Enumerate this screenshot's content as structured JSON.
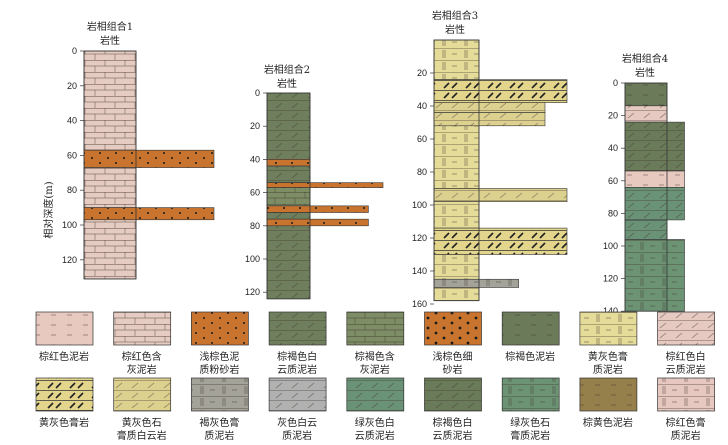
{
  "axis_label": "相对深度(m)",
  "colors": {
    "pink_mud": "#e8c9c0",
    "pink_lime": "#e6cbc2",
    "orange_silt": "#c8742f",
    "olive_dolo": "#6f7f5e",
    "olive_lime": "#7d8d66",
    "orange_sand": "#c8742f",
    "olive_mud": "#6b7b5a",
    "yellow_gyp": "#e6dc9a",
    "pink_dolo": "#e6c9c0",
    "yellow_gypsum": "#e4d58c",
    "yellow_gyp_dolo": "#ddd190",
    "brown_gray_gyp": "#a3a39a",
    "gray_dolo": "#b1b1b1",
    "green_gray_dolo": "#6a9276",
    "olive_dolo_mud": "#6a7b5a",
    "green_gray_gyp": "#6c9474",
    "brown_yellow_mud": "#957f4a",
    "pink_gyp": "#e6c8c0"
  },
  "columns": [
    {
      "title": "岩相组合1",
      "subtitle": "岩性",
      "ticks": [
        "0",
        "20",
        "40",
        "60",
        "80",
        "100",
        "120"
      ],
      "max": 131,
      "layers": [
        {
          "from": 0,
          "to": 57,
          "key": "pink_lime"
        },
        {
          "from": 57,
          "to": 67,
          "key": "orange_silt",
          "tongue": 1
        },
        {
          "from": 67,
          "to": 90,
          "key": "pink_lime"
        },
        {
          "from": 90,
          "to": 97,
          "key": "orange_silt",
          "tongue": 1
        },
        {
          "from": 97,
          "to": 131,
          "key": "pink_lime"
        }
      ]
    },
    {
      "title": "岩相组合2",
      "subtitle": "岩性",
      "ticks": [
        "0",
        "20",
        "40",
        "60",
        "80",
        "100",
        "120"
      ],
      "max": 124,
      "layers": [
        {
          "from": 0,
          "to": 40,
          "key": "olive_dolo"
        },
        {
          "from": 40,
          "to": 44,
          "key": "orange_silt"
        },
        {
          "from": 44,
          "to": 54,
          "key": "olive_dolo"
        },
        {
          "from": 54,
          "to": 57,
          "key": "orange_silt",
          "tongue": 1
        },
        {
          "from": 57,
          "to": 68,
          "key": "olive_lime"
        },
        {
          "from": 68,
          "to": 72,
          "key": "orange_silt",
          "tongue": 0.8
        },
        {
          "from": 72,
          "to": 76,
          "key": "olive_dolo"
        },
        {
          "from": 76,
          "to": 80,
          "key": "orange_silt",
          "tongue": 0.8
        },
        {
          "from": 80,
          "to": 124,
          "key": "olive_dolo"
        }
      ]
    },
    {
      "title": "岩相组合3",
      "subtitle": "岩性",
      "ticks": [
        "20",
        "40",
        "60",
        "80",
        "100",
        "120",
        "140",
        "160"
      ],
      "max": 158,
      "layers": [
        {
          "from": 0,
          "to": 24,
          "key": "yellow_gyp"
        },
        {
          "from": 24,
          "to": 38,
          "key": "yellow_gypsum",
          "tongue": 1
        },
        {
          "from": 38,
          "to": 44,
          "key": "yellow_gyp_dolo",
          "tongue": 0.75
        },
        {
          "from": 44,
          "to": 52,
          "key": "yellow_gyp_dolo",
          "tongue": 0.75
        },
        {
          "from": 52,
          "to": 90,
          "key": "yellow_gyp"
        },
        {
          "from": 90,
          "to": 98,
          "key": "yellow_gyp_dolo",
          "tongue": 1
        },
        {
          "from": 98,
          "to": 114,
          "key": "yellow_gyp"
        },
        {
          "from": 114,
          "to": 130,
          "key": "yellow_gypsum",
          "tongue": 1
        },
        {
          "from": 130,
          "to": 145,
          "key": "yellow_gyp"
        },
        {
          "from": 145,
          "to": 150,
          "key": "brown_gray_gyp",
          "tongue": 0.45
        },
        {
          "from": 150,
          "to": 158,
          "key": "yellow_gyp"
        }
      ]
    },
    {
      "title": "岩相组合4",
      "subtitle": "岩性",
      "ticks": [
        "0",
        "20",
        "40",
        "60",
        "80",
        "100",
        "120",
        "140"
      ],
      "max": 140,
      "layers": [
        {
          "from": 0,
          "to": 14,
          "key": "olive_mud"
        },
        {
          "from": 14,
          "to": 24,
          "key": "pink_dolo"
        },
        {
          "from": 24,
          "to": 54,
          "key": "olive_dolo_mud",
          "tongue": 0.35
        },
        {
          "from": 54,
          "to": 64,
          "key": "pink_mud",
          "tongue": 0.35
        },
        {
          "from": 64,
          "to": 84,
          "key": "green_gray_dolo",
          "tongue": 0.35
        },
        {
          "from": 84,
          "to": 96,
          "key": "green_gray_dolo"
        },
        {
          "from": 96,
          "to": 140,
          "key": "green_gray_gyp",
          "tongue": 0.35
        }
      ]
    }
  ],
  "legend_row1": [
    {
      "label1": "棕红色泥岩",
      "label2": "",
      "key": "pink_mud",
      "pattern": "dash"
    },
    {
      "label1": "棕红色含",
      "label2": "灰泥岩",
      "key": "pink_lime",
      "pattern": "brick"
    },
    {
      "label1": "浅棕色泥",
      "label2": "质粉砂岩",
      "key": "orange_silt",
      "pattern": "dots"
    },
    {
      "label1": "棕褐色白",
      "label2": "云质泥岩",
      "key": "olive_dolo",
      "pattern": "slash"
    },
    {
      "label1": "棕褐色含",
      "label2": "灰泥岩",
      "key": "olive_lime",
      "pattern": "brick"
    },
    {
      "label1": "浅棕色细",
      "label2": "砂岩",
      "key": "orange_sand",
      "pattern": "bigdots"
    },
    {
      "label1": "棕褐色泥岩",
      "label2": "",
      "key": "olive_mud",
      "pattern": "dash"
    },
    {
      "label1": "黄灰色膏",
      "label2": "质泥岩",
      "key": "yellow_gyp",
      "pattern": "vbars"
    },
    {
      "label1": "棕红色白",
      "label2": "云质泥岩",
      "key": "pink_dolo",
      "pattern": "slash"
    }
  ],
  "legend_row2": [
    {
      "label1": "黄灰色膏岩",
      "label2": "",
      "key": "yellow_gypsum",
      "pattern": "gyp"
    },
    {
      "label1": "黄灰色石",
      "label2": "膏质白云岩",
      "key": "yellow_gyp_dolo",
      "pattern": "slash"
    },
    {
      "label1": "褐灰色膏",
      "label2": "质泥岩",
      "key": "brown_gray_gyp",
      "pattern": "vbars"
    },
    {
      "label1": "灰色白云",
      "label2": "质泥岩",
      "key": "gray_dolo",
      "pattern": "slash"
    },
    {
      "label1": "绿灰色白",
      "label2": "云质泥岩",
      "key": "green_gray_dolo",
      "pattern": "slash"
    },
    {
      "label1": "棕褐色白",
      "label2": "云质泥岩",
      "key": "olive_dolo_mud",
      "pattern": "slash"
    },
    {
      "label1": "绿灰色石",
      "label2": "膏质泥岩",
      "key": "green_gray_gyp",
      "pattern": "vbars"
    },
    {
      "label1": "棕黄色泥岩",
      "label2": "",
      "key": "brown_yellow_mud",
      "pattern": "dash"
    },
    {
      "label1": "棕红色膏",
      "label2": "质泥岩",
      "key": "pink_gyp",
      "pattern": "vbars"
    }
  ]
}
